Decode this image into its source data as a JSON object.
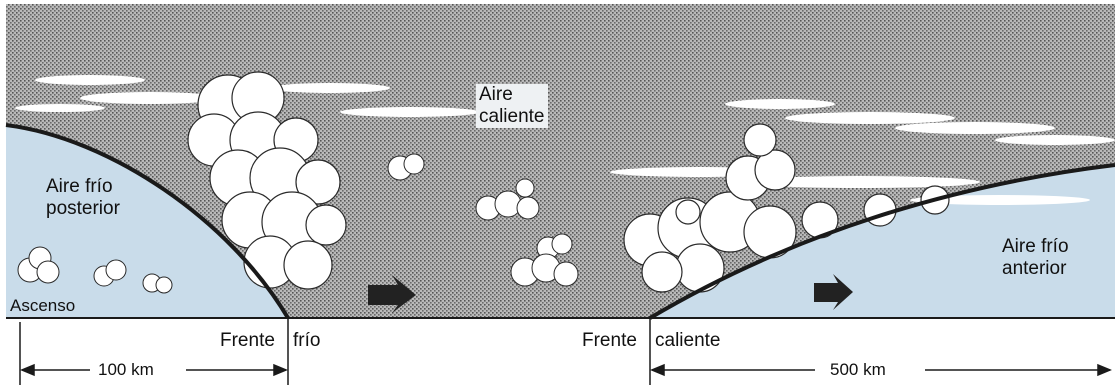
{
  "diagram": {
    "labels": {
      "warm_air_line1": "Aire",
      "warm_air_line2": "caliente",
      "rear_cold_line1": "Aire frío",
      "rear_cold_line2": "posterior",
      "front_cold_line1": "Aire frío",
      "front_cold_line2": "anterior",
      "ascent": "Ascenso",
      "cold_front_word1": "Frente",
      "cold_front_word2": "frío",
      "warm_front_word1": "Frente",
      "warm_front_word2": "caliente",
      "dist_left": "100 km",
      "dist_right": "500 km"
    },
    "colors": {
      "warm_air": "#a3a3a3",
      "cold_air": "#c9dcea",
      "cloud": "#ffffff",
      "ink": "#1a1a1a"
    }
  }
}
